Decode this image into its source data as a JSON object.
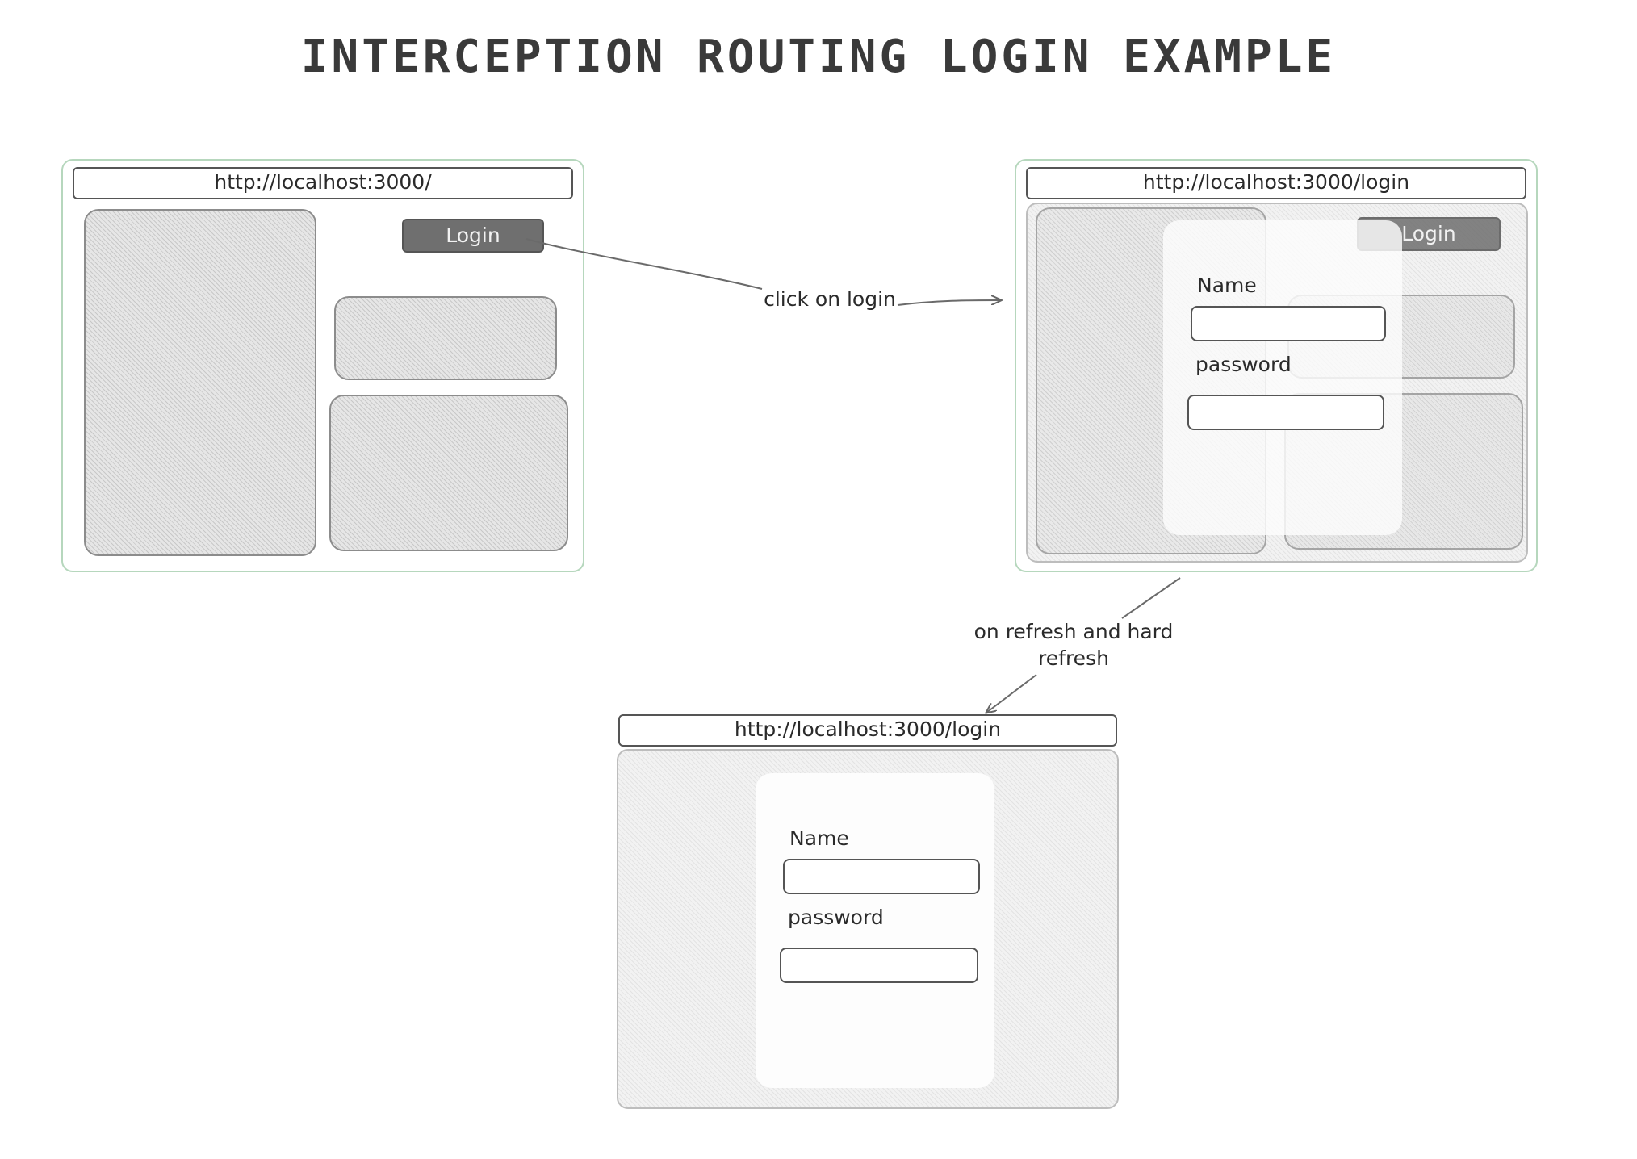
{
  "title": "INTERCEPTION ROUTING LOGIN EXAMPLE",
  "screens": {
    "home": {
      "url": "http://localhost:3000/",
      "login_label": "Login"
    },
    "intercepted": {
      "url": "http://localhost:3000/login",
      "login_label": "Login",
      "name_label": "Name",
      "password_label": "password"
    },
    "full_page": {
      "url": "http://localhost:3000/login",
      "name_label": "Name",
      "password_label": "password"
    }
  },
  "arrows": {
    "click_label": "click on login",
    "refresh_label_line1": "on refresh and hard",
    "refresh_label_line2": "refresh"
  },
  "colors": {
    "frame_border": "#b6d7bd",
    "button": "#6f6f6f",
    "stroke": "#555555"
  }
}
